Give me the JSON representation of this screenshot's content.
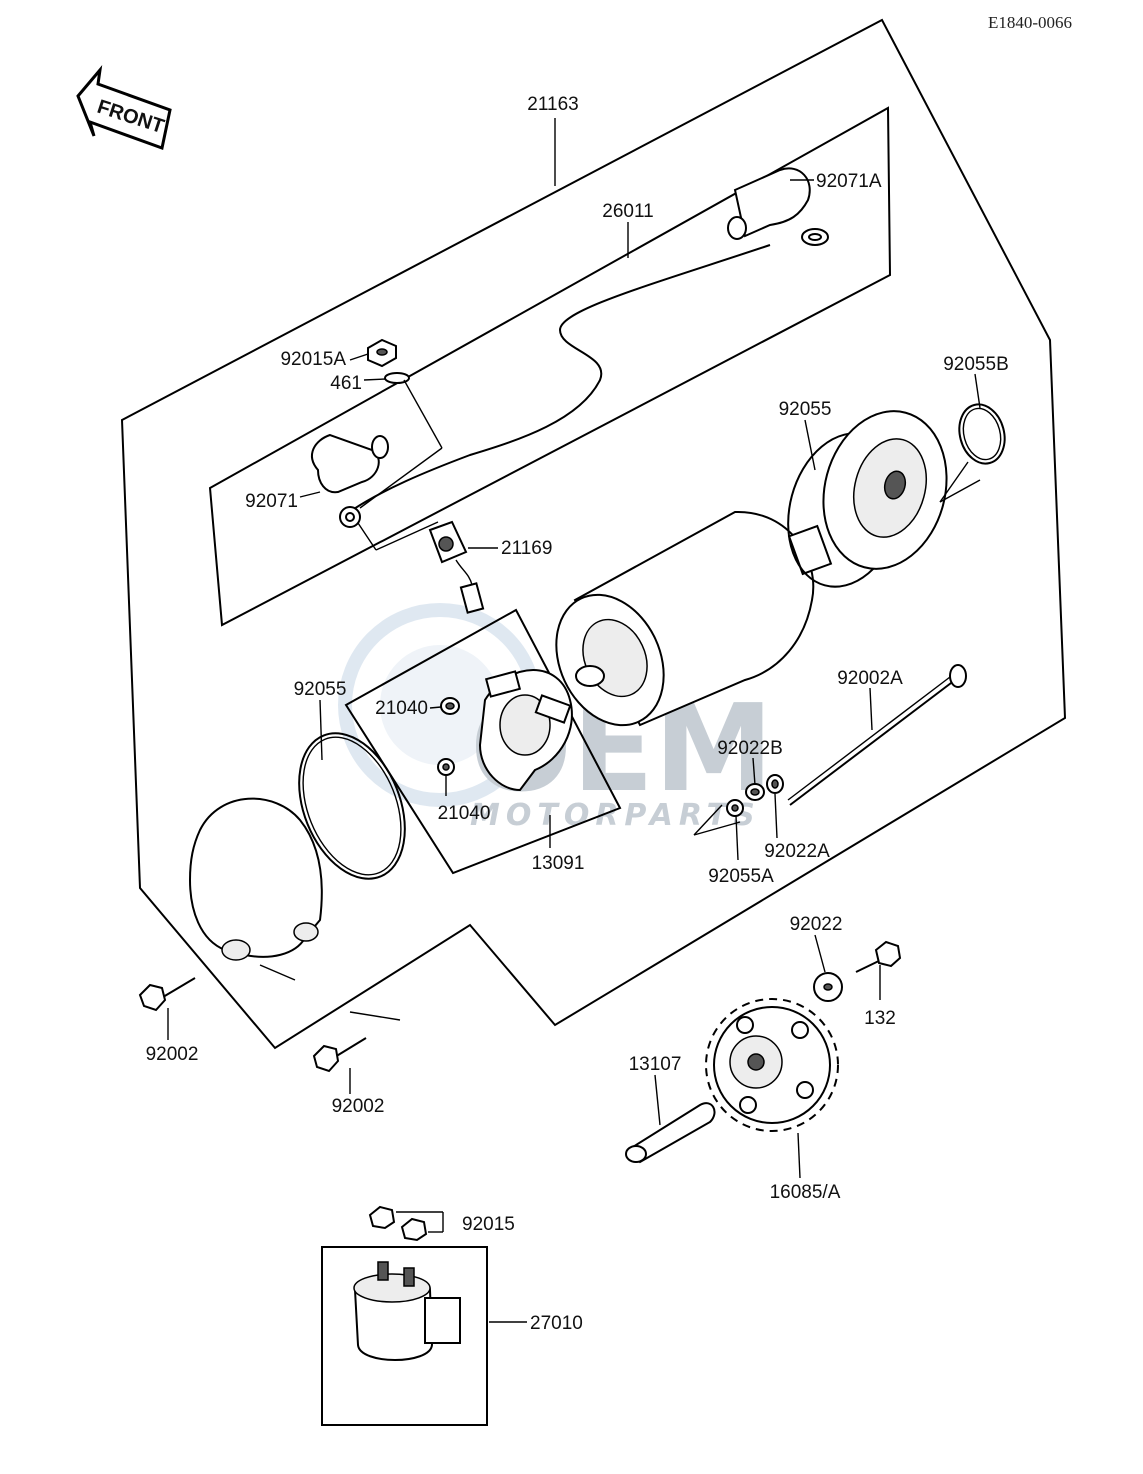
{
  "diagram_code": "E1840-0066",
  "front_label": "FRONT",
  "watermark": {
    "brand": "OEM",
    "sub": "MOTORPARTS"
  },
  "parts": {
    "p21163": "21163",
    "p26011": "26011",
    "p92071A": "92071A",
    "p92015A": "92015A",
    "p461": "461",
    "p92055B": "92055B",
    "p92055_top": "92055",
    "p92071": "92071",
    "p21169": "21169",
    "p92055_left": "92055",
    "p21040_a": "21040",
    "p21040_b": "21040",
    "p13091": "13091",
    "p92002A": "92002A",
    "p92022B": "92022B",
    "p92022A": "92022A",
    "p92055A": "92055A",
    "p92022": "92022",
    "p132": "132",
    "p92002_a": "92002",
    "p92002_b": "92002",
    "p13107": "13107",
    "p16085A": "16085/A",
    "p92015": "92015",
    "p27010": "27010"
  }
}
